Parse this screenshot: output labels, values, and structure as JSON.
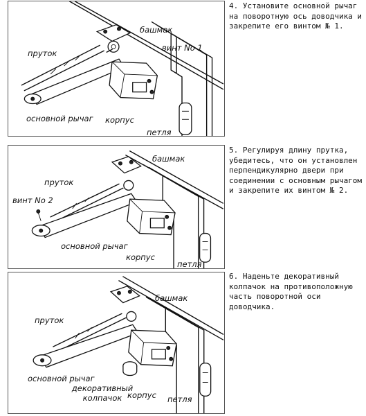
{
  "panels": [
    {
      "labels": {
        "bashmak": "башмак",
        "vint": "винт No 1",
        "prutok": "пруток",
        "osnovnoy_rychag": "основной рычаг",
        "korpus": "корпус",
        "petlya": "петля"
      },
      "instruction": "4. Установите основной рычаг на поворотную ось доводчика и закрепите его винтом № 1."
    },
    {
      "labels": {
        "bashmak": "башмак",
        "prutok": "пруток",
        "vint": "винт No 2",
        "osnovnoy_rychag": "основной рычаг",
        "korpus": "корпус",
        "petlya": "петля"
      },
      "instruction": "5. Регулируя длину прутка, убедитесь, что он установлен перпендикулярно двери при соединении с основным рычагом и закрепите их винтом № 2."
    },
    {
      "labels": {
        "bashmak": "башмак",
        "prutok": "пруток",
        "osnovnoy_rychag": "основной рычаг",
        "dekorativny_kolpachok": "декоративный колпачок",
        "korpus": "корпус",
        "petlya": "петля"
      },
      "instruction": "6. Наденьте декоративный колпачок на противоположную часть поворотной оси доводчика."
    }
  ]
}
